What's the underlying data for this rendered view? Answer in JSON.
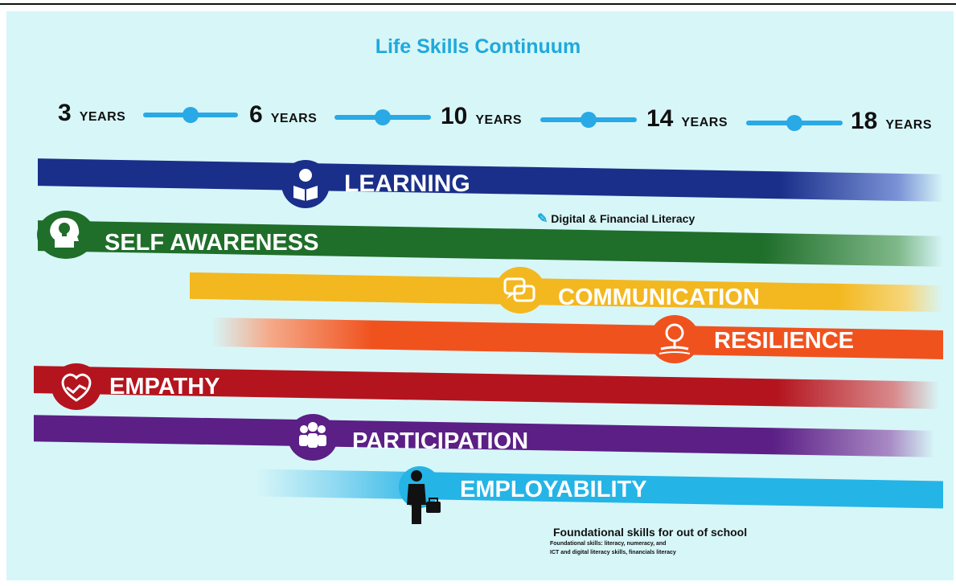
{
  "title": "Life Skills Continuum",
  "ages": [
    {
      "number": "3",
      "unit": "YEARS"
    },
    {
      "number": "6",
      "unit": "YEARS"
    },
    {
      "number": "10",
      "unit": "YEARS"
    },
    {
      "number": "14",
      "unit": "YEARS"
    },
    {
      "number": "18",
      "unit": "YEARS"
    }
  ],
  "skills": {
    "learning": "LEARNING",
    "self_awareness": "SELF AWARENESS",
    "communication": "COMMUNICATION",
    "resilience": "RESILIENCE",
    "empathy": "EMPATHY",
    "participation": "PARTICIPATION",
    "employability": "EMPLOYABILITY"
  },
  "notes": {
    "digital": "Digital & Financial Literacy",
    "foundational_title": "Foundational skills for out of school",
    "foundational_line1": "Foundational skills: literacy, numeracy, and",
    "foundational_line2": "ICT and digital literacy skills, financials literacy"
  },
  "colors": {
    "learning": "#1a2f8a",
    "self_awareness": "#1f6e2a",
    "communication": "#f3b81f",
    "resilience": "#f0521e",
    "empathy": "#b4141e",
    "participation": "#5b1f86",
    "employability": "#25b4e6",
    "accent": "#1fa9dc"
  },
  "icons": [
    "reader-icon",
    "head-lightbulb-icon",
    "chat-bubbles-icon",
    "sprout-icon",
    "handshake-heart-icon",
    "group-people-icon",
    "businessman-icon",
    "pen-icon"
  ]
}
